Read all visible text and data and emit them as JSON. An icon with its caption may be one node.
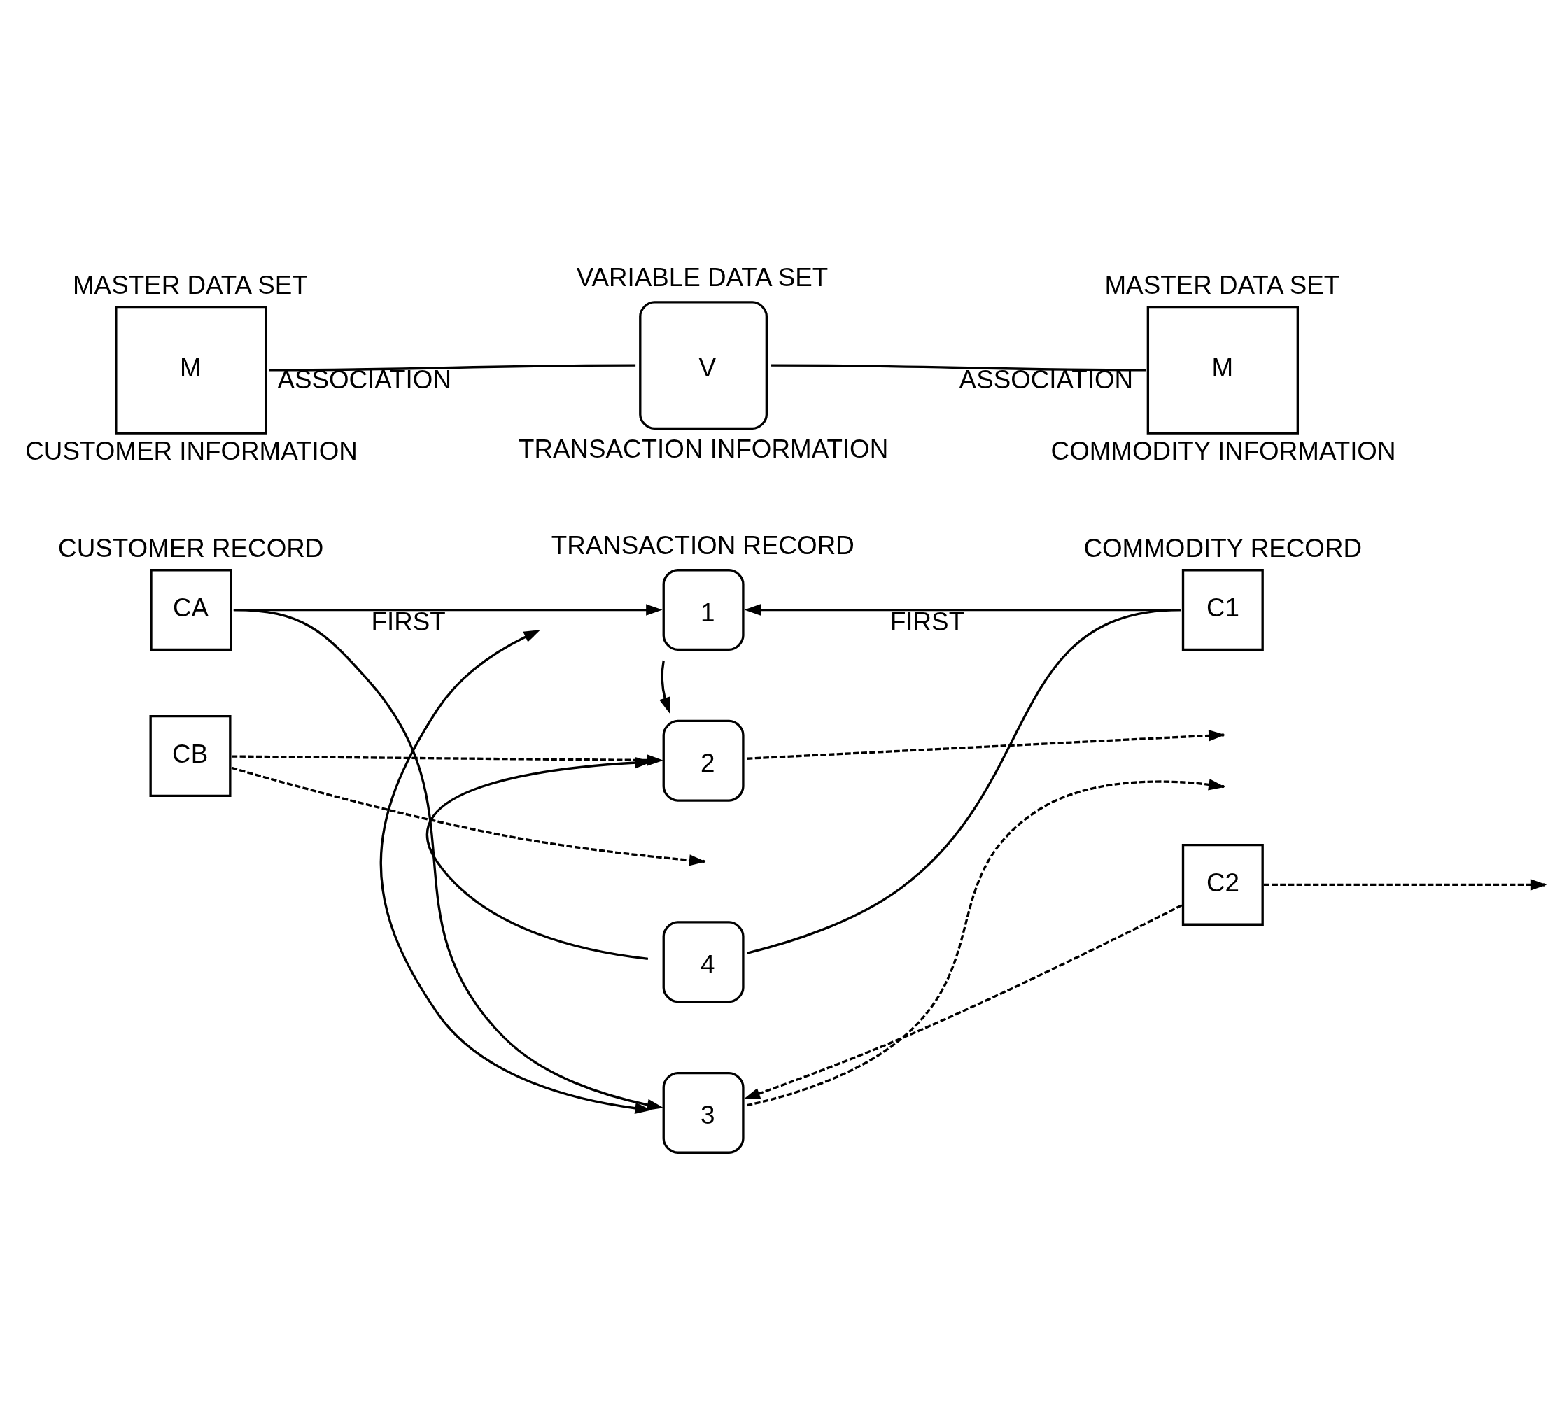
{
  "diagram": {
    "nodes": [
      {
        "text": [
          "MASTER DATA SET",
          "M"
        ],
        "beside": [
          "CUSTOMER INFORMATION"
        ]
      },
      {
        "text": [
          "VARIABLE DATA SET",
          "V"
        ],
        "beside": [
          "TRANSACTION INFORMATION"
        ]
      },
      {
        "text": [
          "MASTER DATA SET",
          "M"
        ],
        "beside": [
          "COMMODITY INFORMATION"
        ]
      },
      {
        "text": [
          "CUSTOMER RECORD",
          "CA"
        ]
      },
      {
        "text": [
          "TRANSACTION RECORD",
          "1"
        ]
      },
      {
        "text": [
          "COMMODITY RECORD",
          "C1"
        ]
      },
      {
        "text": [
          "2"
        ]
      },
      {
        "text": [
          "CB"
        ]
      },
      {
        "text": [
          "3"
        ]
      },
      {
        "text": [
          "C2"
        ]
      },
      {
        "text": [
          "4"
        ]
      }
    ],
    "edges": [
      {
        "from": 0,
        "to": 1,
        "arrow": "none",
        "label": "ASSOCIATION"
      },
      {
        "from": 1,
        "to": 2,
        "arrow": "none",
        "label": "ASSOCIATION"
      },
      {
        "from": 3,
        "to": 4,
        "arrow": "to",
        "label": "FIRST"
      },
      {
        "from": 5,
        "to": 4,
        "arrow": "to",
        "label": "FIRST"
      },
      {
        "from": 3,
        "to": 8,
        "arrow": "to"
      },
      {
        "from": 5,
        "to": 10,
        "arrow": "none"
      },
      {
        "from": 4,
        "to": 6,
        "arrow": "to"
      },
      {
        "from": 4,
        "to": 8,
        "arrow": "both"
      },
      {
        "from": 6,
        "to": null,
        "arrow": "to",
        "style": "dashed"
      },
      {
        "from": 10,
        "to": 6,
        "arrow": "to"
      },
      {
        "from": 7,
        "to": 6,
        "arrow": "to",
        "style": "dashed"
      },
      {
        "from": 7,
        "to": null,
        "arrow": "to",
        "style": "dashed"
      },
      {
        "from": 9,
        "to": 8,
        "arrow": "to",
        "style": "dashed"
      },
      {
        "from": 9,
        "to": null,
        "arrow": "to",
        "style": "dashed"
      },
      {
        "from": 8,
        "to": null,
        "arrow": "to",
        "style": "dashed"
      }
    ]
  }
}
